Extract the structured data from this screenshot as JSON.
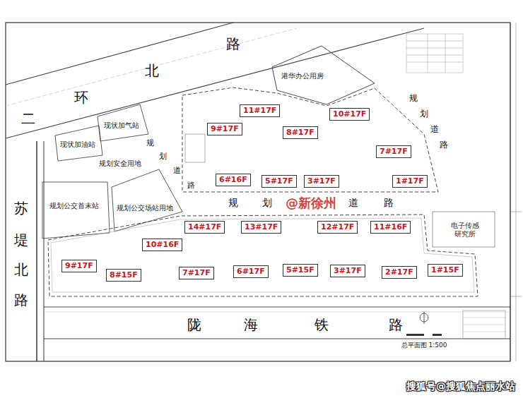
{
  "diagram": {
    "nodes": [
      {
        "text": [
          "港华办公用房"
        ]
      },
      {
        "text": [
          "现状加气站"
        ]
      },
      {
        "text": [
          "现状加油站"
        ]
      },
      {
        "text": [
          "规划安全用地"
        ]
      },
      {
        "text": [
          "规划公交首末站"
        ]
      },
      {
        "text": [
          "规划公交场站用地"
        ]
      },
      {
        "text": [
          "电子传感研究所"
        ]
      },
      {
        "text": [
          "11#17F"
        ]
      },
      {
        "text": [
          "10#17F"
        ]
      },
      {
        "text": [
          "9#17F"
        ]
      },
      {
        "text": [
          "8#17F"
        ]
      },
      {
        "text": [
          "7#17F"
        ]
      },
      {
        "text": [
          "6#16F"
        ]
      },
      {
        "text": [
          "5#17F"
        ]
      },
      {
        "text": [
          "3#17F"
        ]
      },
      {
        "text": [
          "1#17F"
        ]
      },
      {
        "text": [
          "14#17F"
        ]
      },
      {
        "text": [
          "13#17F"
        ]
      },
      {
        "text": [
          "12#17F"
        ]
      },
      {
        "text": [
          "11#16F"
        ]
      },
      {
        "text": [
          "10#16F"
        ]
      },
      {
        "text": [
          "9#17F"
        ]
      },
      {
        "text": [
          "8#15F"
        ]
      },
      {
        "text": [
          "7#17F"
        ]
      },
      {
        "text": [
          "6#17F"
        ]
      },
      {
        "text": [
          "5#15F"
        ]
      },
      {
        "text": [
          "3#17F"
        ]
      },
      {
        "text": [
          "2#17F"
        ]
      },
      {
        "text": [
          "1#15F"
        ]
      }
    ],
    "labels": [
      "二",
      "环",
      "北",
      "路",
      "苏",
      "堤",
      "北",
      "路",
      "陇",
      "海",
      "铁",
      "路",
      "规",
      "划",
      "道",
      "路",
      "规",
      "划",
      "道",
      "路",
      "规",
      "划",
      "道",
      "路",
      "@新徐州",
      "总平面图 1:500",
      "搜狐号@搜狐焦点丽水站"
    ]
  }
}
